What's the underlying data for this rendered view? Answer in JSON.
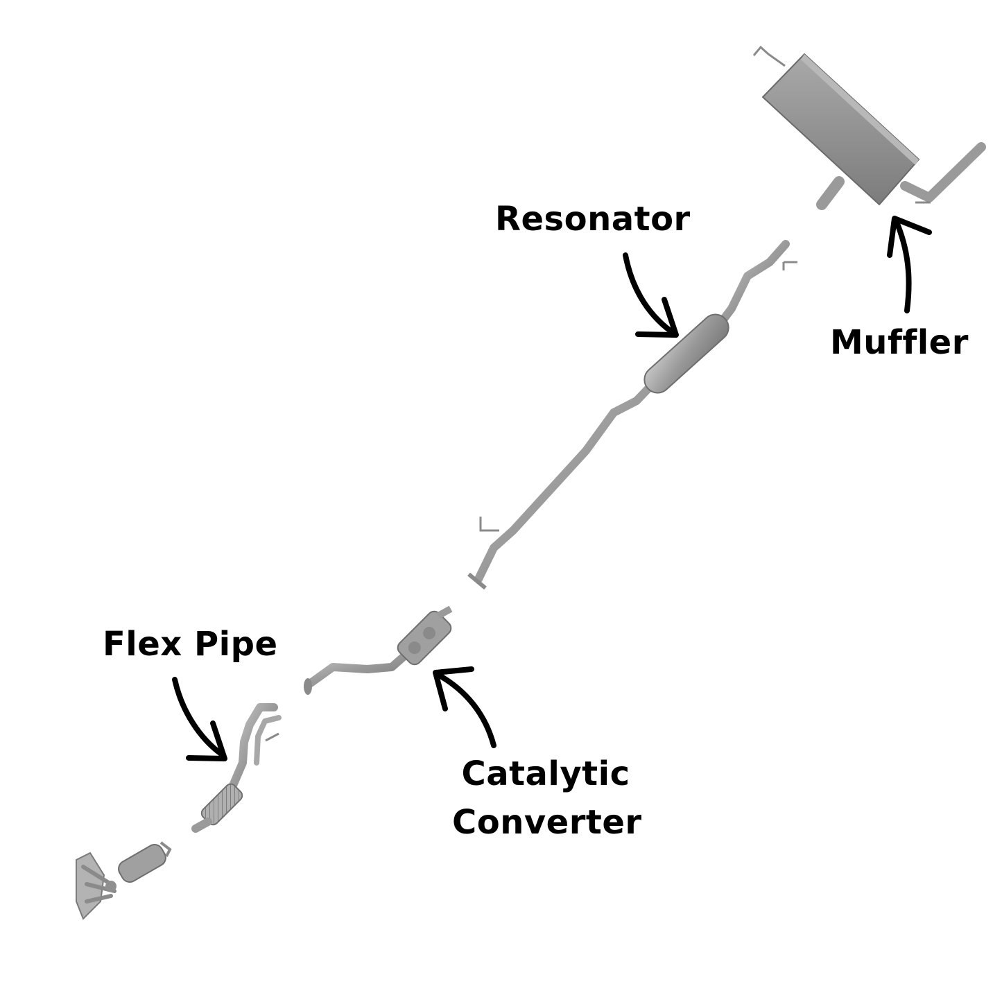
{
  "labels": {
    "resonator": "Resonator",
    "muffler": "Muffler",
    "flex_pipe": "Flex Pipe",
    "catalytic_converter": [
      "Catalytic",
      "Converter"
    ]
  },
  "colors": {
    "pipe": "#9a9a9a",
    "pipe_dark": "#6e6e6e",
    "muffler_body": "#8e8e8e",
    "arrow": "#000000",
    "background": "#ffffff"
  }
}
